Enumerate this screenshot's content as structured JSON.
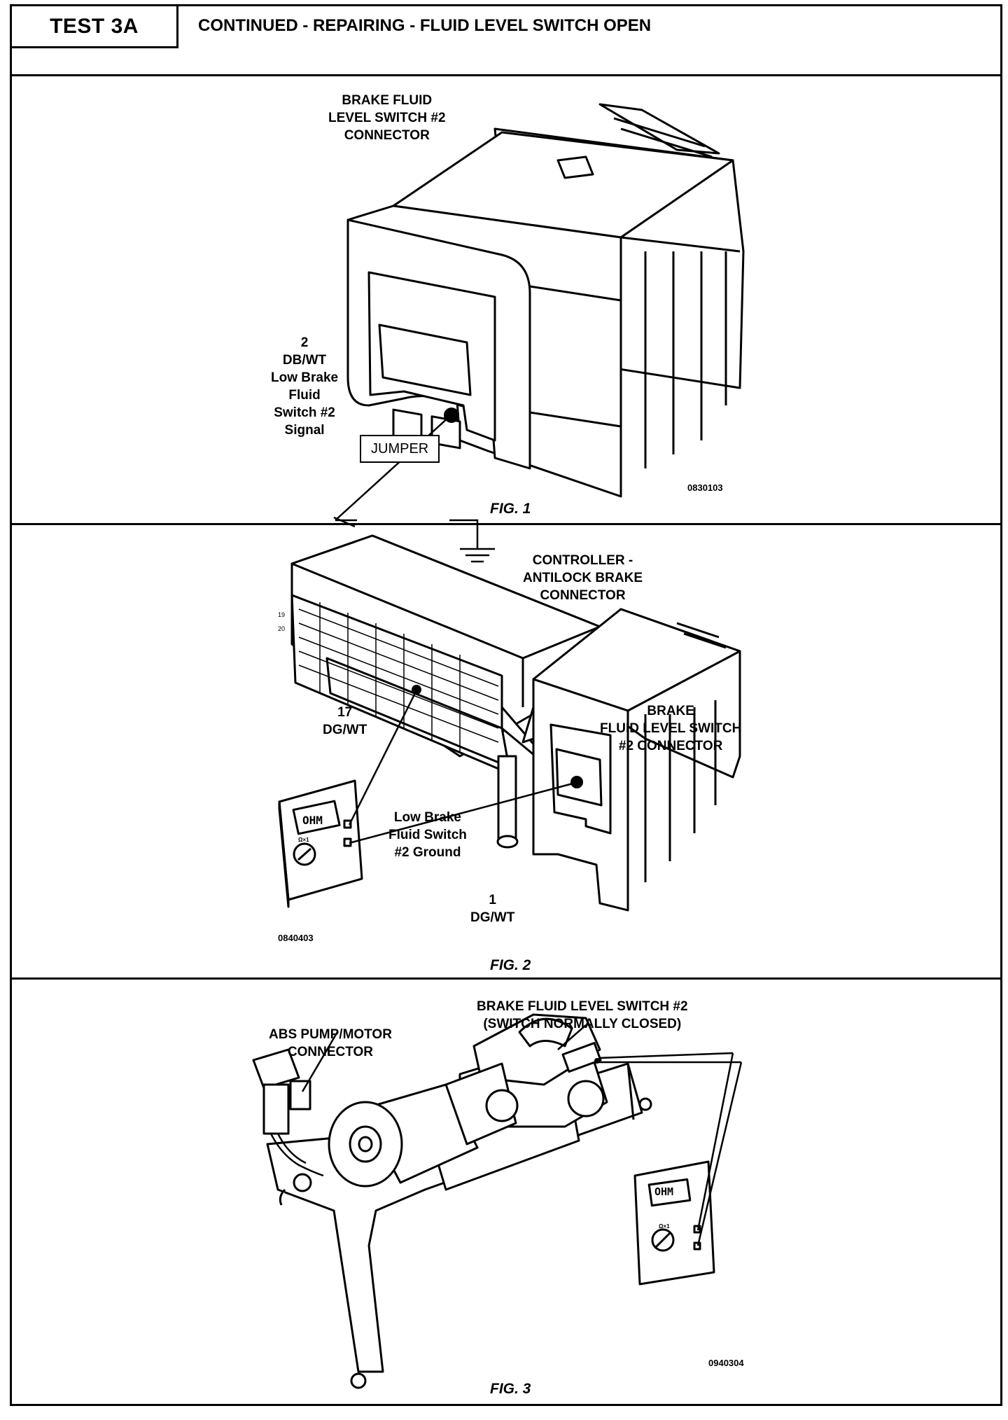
{
  "header": {
    "test_label": "TEST 3A",
    "title": "CONTINUED - REPAIRING - FLUID LEVEL SWITCH OPEN"
  },
  "fig1": {
    "connector_label": "BRAKE FLUID\nLEVEL SWITCH #2\nCONNECTOR",
    "pin_label": "2\nDB/WT\nLow Brake\nFluid\nSwitch #2\nSignal",
    "jumper_label": "JUMPER",
    "image_code": "0830103",
    "caption": "FIG. 1"
  },
  "fig2": {
    "controller_label": "CONTROLLER -\nANTILOCK BRAKE\nCONNECTOR",
    "pin17_label": "17\nDG/WT",
    "switch_connector_label": "BRAKE\nFLUID LEVEL SWITCH\n#2 CONNECTOR",
    "ground_label": "Low Brake\nFluid Switch\n#2 Ground",
    "pin1_label": "1\nDG/WT",
    "meter_display": "OHM",
    "meter_range": "Ω×1",
    "image_code": "0840403",
    "caption": "FIG. 2"
  },
  "fig3": {
    "switch_label": "BRAKE FLUID LEVEL SWITCH #2\n(SWITCH NORMALLY CLOSED)",
    "pump_label": "ABS PUMP/MOTOR\nCONNECTOR",
    "meter_display": "OHM",
    "meter_range": "Ω×1",
    "image_code": "0940304",
    "caption": "FIG. 3"
  }
}
